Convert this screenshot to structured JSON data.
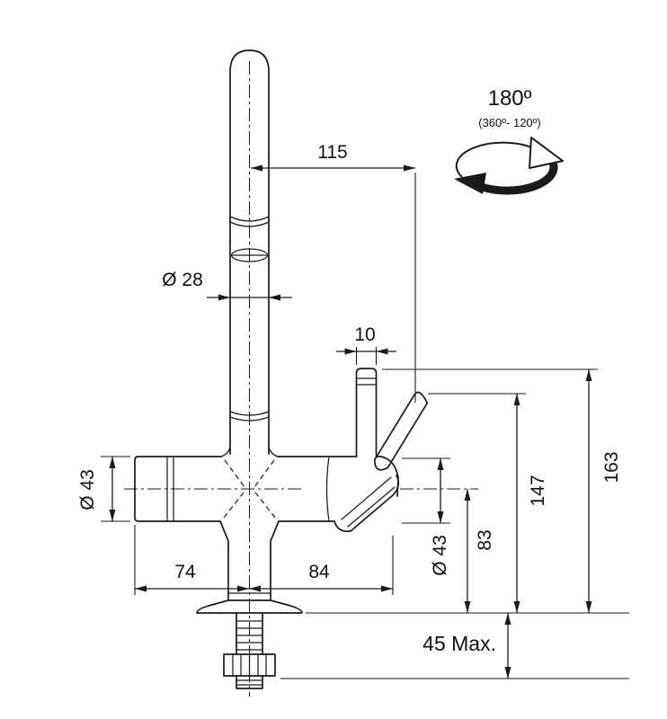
{
  "drawing": {
    "labels": {
      "spout_reach": "115",
      "spout_diameter": "Ø 28",
      "lever_rod_width": "10",
      "body_diameter": "Ø 43",
      "base_offset_left": "74",
      "base_offset_right": "84",
      "housing_diameter": "Ø 43",
      "height_spout_axis": "83",
      "height_lever_tip": "147",
      "height_rod_top": "163",
      "max_deck_thickness": "45 Max."
    },
    "rotation": {
      "angle": "180º",
      "range": "(360º- 120º)"
    },
    "colors": {
      "line": "#1a1a1a",
      "background": "#ffffff"
    }
  }
}
